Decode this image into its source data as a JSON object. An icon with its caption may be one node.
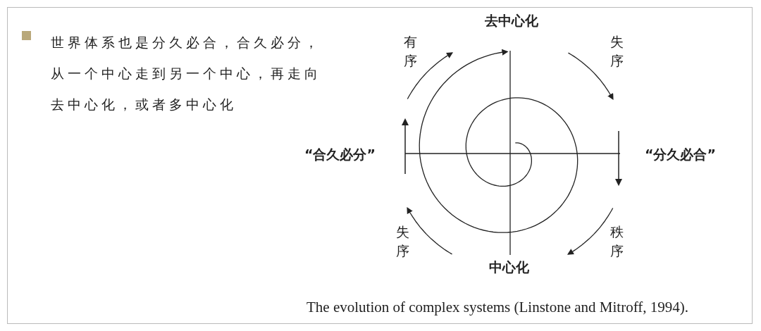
{
  "diagram": {
    "caption": "The evolution of complex systems (Linstone and Mitroff, 1994).",
    "labels": [
      "世界体系也是分久必合，合久必分，从一个中心走到另一个中心，再走向去中心化，或者多中心化",
      "去中心化",
      "有序",
      "失序",
      "“合久必分”",
      "“分久必合”",
      "失序",
      "秩序",
      "中心化"
    ]
  }
}
